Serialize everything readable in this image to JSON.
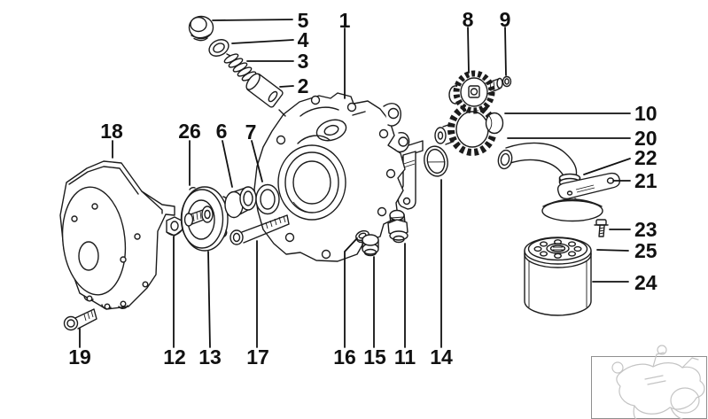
{
  "callouts": {
    "c1": "1",
    "c2": "2",
    "c3": "3",
    "c4": "4",
    "c5": "5",
    "c6": "6",
    "c7": "7",
    "c8": "8",
    "c9": "9",
    "c10": "10",
    "c11": "11",
    "c12": "12",
    "c13": "13",
    "c14": "14",
    "c15": "15",
    "c16": "16",
    "c17": "17",
    "c18": "18",
    "c19": "19",
    "c20": "20",
    "c21": "21",
    "c22": "22",
    "c23": "23",
    "c24": "24",
    "c25": "25",
    "c26": "26"
  },
  "colors": {
    "background": "#ffffff",
    "line": "#1c1c1c",
    "label": "#111111",
    "sketch": "#c4c4c4"
  },
  "icons": {
    "thumbnail": "motorcycle-sketch"
  }
}
